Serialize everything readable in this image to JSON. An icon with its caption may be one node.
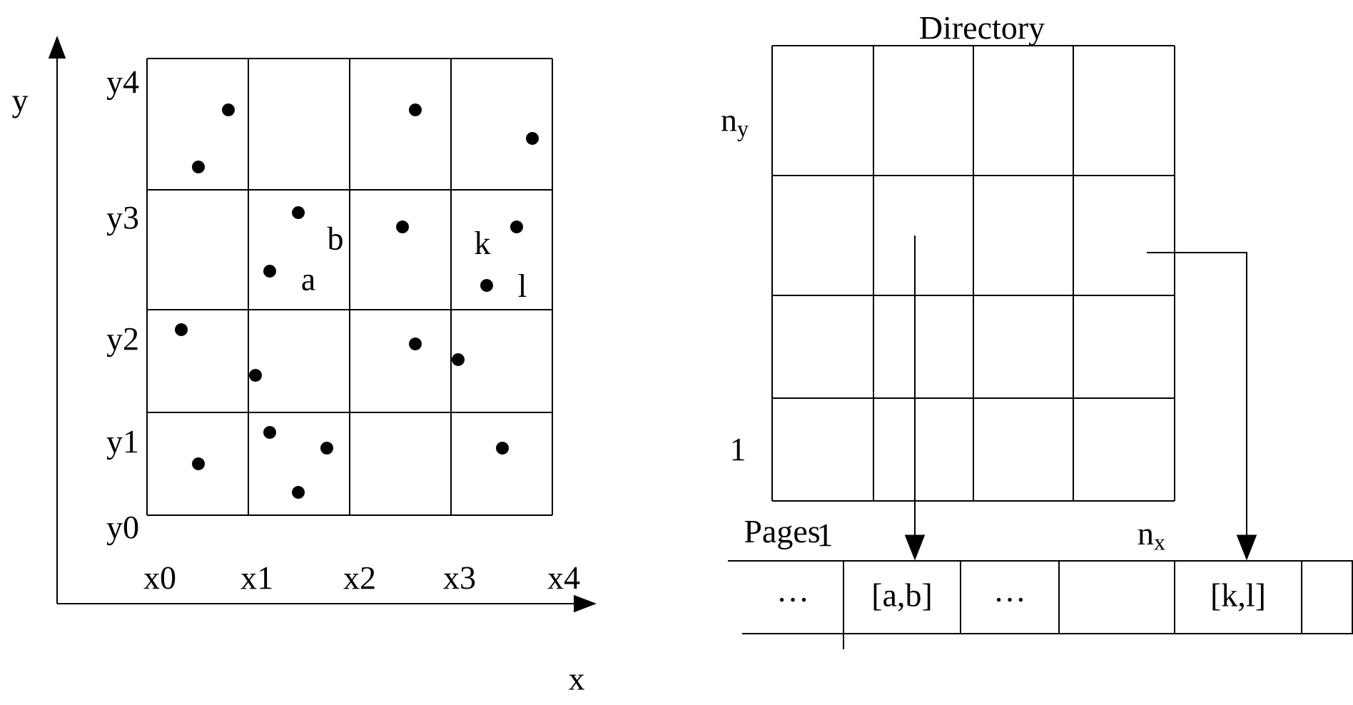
{
  "diagram": {
    "nodes": [
      {
        "text": [],
        "shape": "box"
      },
      {
        "text": [],
        "shape": "box"
      },
      {
        "text": [
          "…"
        ]
      },
      {
        "text": [
          "[a,b]"
        ]
      },
      {
        "text": [
          "…"
        ]
      },
      {
        "text": [],
        "shape": "box"
      },
      {
        "text": [
          "[k,l]"
        ]
      },
      {
        "text": [],
        "shape": "box"
      }
    ],
    "edges": [
      {
        "from": 0,
        "to": 3,
        "arrow": "to"
      },
      {
        "from": 1,
        "to": 6,
        "arrow": "to"
      }
    ],
    "labels": [
      "y",
      "y4",
      "y3",
      "b",
      "k",
      "a",
      "l",
      "y2",
      "y1",
      "y0",
      "x0",
      "x1",
      "x2",
      "x3",
      "x4",
      "x",
      "Directory",
      "n$_{y}$",
      "1",
      "Pages",
      "1",
      "n$_{x}$"
    ]
  }
}
